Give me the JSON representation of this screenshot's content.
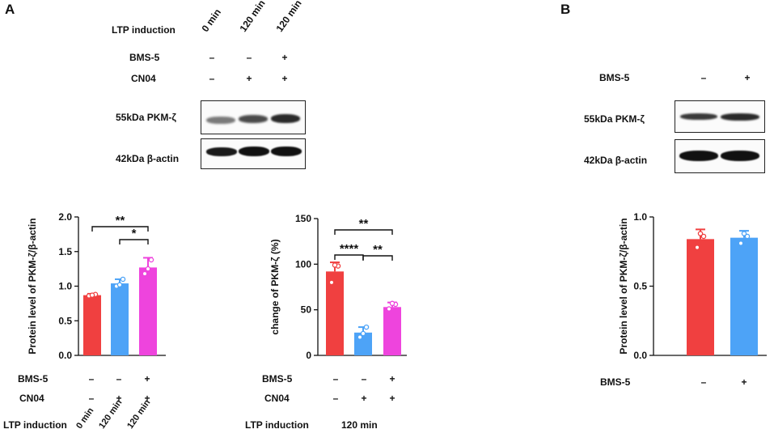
{
  "panels": {
    "a": "A",
    "b": "B"
  },
  "blots_a": {
    "ltp_label": "LTP induction",
    "ltp_values": [
      "0 min",
      "120 min",
      "120 min"
    ],
    "bms5_label": "BMS-5",
    "bms5_signs": [
      "–",
      "–",
      "+"
    ],
    "cn04_label": "CN04",
    "cn04_signs": [
      "–",
      "+",
      "+"
    ],
    "pkm_label": "55kDa PKM-ζ",
    "actin_label": "42kDa β-actin"
  },
  "blots_b": {
    "bms5_label": "BMS-5",
    "bms5_signs": [
      "–",
      "+"
    ],
    "pkm_label": "55kDa PKM-ζ",
    "actin_label": "42kDa β-actin"
  },
  "charts_a1_conditions": {
    "bms5_label": "BMS-5",
    "bms5_signs": [
      "–",
      "–",
      "+"
    ],
    "cn04_label": "CN04",
    "cn04_signs": [
      "–",
      "+",
      "+"
    ],
    "ltp_label": "LTP induction",
    "ltp_values": [
      "0 min",
      "120 min",
      "120 min"
    ]
  },
  "charts_a2_conditions": {
    "bms5_label": "BMS-5",
    "bms5_signs": [
      "–",
      "–",
      "+"
    ],
    "cn04_label": "CN04",
    "cn04_signs": [
      "–",
      "+",
      "+"
    ],
    "ltp_label": "LTP induction",
    "ltp_value": "120 min"
  },
  "charts_b_conditions": {
    "bms5_label": "BMS-5",
    "bms5_signs": [
      "–",
      "+"
    ]
  },
  "colors": {
    "red": "#f04040",
    "blue": "#4da3f7",
    "magenta": "#ee44dd"
  },
  "chart_data": [
    {
      "type": "bar",
      "ylabel": "Protein level of PKM-ζ/β-actin",
      "ylim": [
        0,
        2.0
      ],
      "yticks": [
        0.0,
        0.5,
        1.0,
        1.5,
        2.0
      ],
      "ytick_labels": [
        "0.0",
        "0.5",
        "1.0",
        "1.5",
        "2.0"
      ],
      "values": [
        0.87,
        1.04,
        1.27
      ],
      "errors": [
        0.02,
        0.06,
        0.14
      ],
      "points": [
        [
          0.86,
          0.88,
          0.87
        ],
        [
          1.0,
          1.1,
          1.02
        ],
        [
          1.18,
          1.38,
          1.25
        ]
      ],
      "colors": [
        "#f04040",
        "#4da3f7",
        "#ee44dd"
      ],
      "significance": [
        {
          "from": 0,
          "to": 2,
          "label": "**"
        },
        {
          "from": 1,
          "to": 2,
          "label": "*"
        }
      ]
    },
    {
      "type": "bar",
      "ylabel": "change of PKM-ζ (%)",
      "ylim": [
        0,
        150
      ],
      "yticks": [
        0,
        50,
        100,
        150
      ],
      "ytick_labels": [
        "0",
        "50",
        "100",
        "150"
      ],
      "values": [
        92,
        25,
        53
      ],
      "errors": [
        10,
        6,
        5
      ],
      "points": [
        [
          80,
          98,
          99
        ],
        [
          20,
          31,
          24
        ],
        [
          51,
          56,
          57
        ]
      ],
      "colors": [
        "#f04040",
        "#4da3f7",
        "#ee44dd"
      ],
      "significance": [
        {
          "from": 0,
          "to": 2,
          "label": "**"
        },
        {
          "from": 0,
          "to": 1,
          "label": "****"
        },
        {
          "from": 1,
          "to": 2,
          "label": "**"
        }
      ]
    },
    {
      "type": "bar",
      "ylabel": "Protein level of PKM-ζ/β-actin",
      "ylim": [
        0,
        1.0
      ],
      "yticks": [
        0.0,
        0.5,
        1.0
      ],
      "ytick_labels": [
        "0.0",
        "0.5",
        "1.0"
      ],
      "values": [
        0.84,
        0.85
      ],
      "errors": [
        0.07,
        0.05
      ],
      "points": [
        [
          0.78,
          0.86,
          0.88
        ],
        [
          0.81,
          0.86,
          0.88
        ]
      ],
      "colors": [
        "#f04040",
        "#4da3f7"
      ],
      "significance": []
    }
  ]
}
